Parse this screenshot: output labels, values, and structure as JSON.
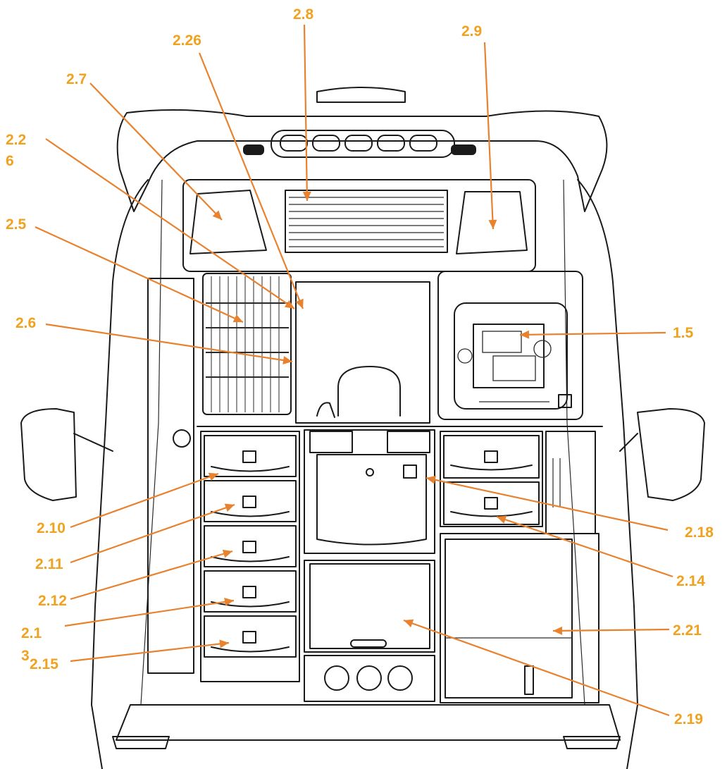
{
  "diagram": {
    "colors": {
      "label": "#f0a21e",
      "leader": "#e8822e",
      "outline": "#1a1a1a"
    },
    "callouts": [
      {
        "id": "c-2-8",
        "text": "2.8"
      },
      {
        "id": "c-2-26a",
        "text": "2.26"
      },
      {
        "id": "c-2-9",
        "text": "2.9"
      },
      {
        "id": "c-2-7",
        "text": "2.7"
      },
      {
        "id": "c-2-26b-a",
        "text": "2.2"
      },
      {
        "id": "c-2-26b-b",
        "text": "6"
      },
      {
        "id": "c-2-5",
        "text": "2.5"
      },
      {
        "id": "c-2-6",
        "text": "2.6"
      },
      {
        "id": "c-1-5",
        "text": "1.5"
      },
      {
        "id": "c-2-10",
        "text": "2.10"
      },
      {
        "id": "c-2-11",
        "text": "2.11"
      },
      {
        "id": "c-2-12",
        "text": "2.12"
      },
      {
        "id": "c-2-13-a",
        "text": "2.1"
      },
      {
        "id": "c-2-13-b",
        "text": "3"
      },
      {
        "id": "c-2-15",
        "text": "2.15"
      },
      {
        "id": "c-2-18",
        "text": "2.18"
      },
      {
        "id": "c-2-14",
        "text": "2.14"
      },
      {
        "id": "c-2-21",
        "text": "2.21"
      },
      {
        "id": "c-2-19",
        "text": "2.19"
      }
    ]
  }
}
